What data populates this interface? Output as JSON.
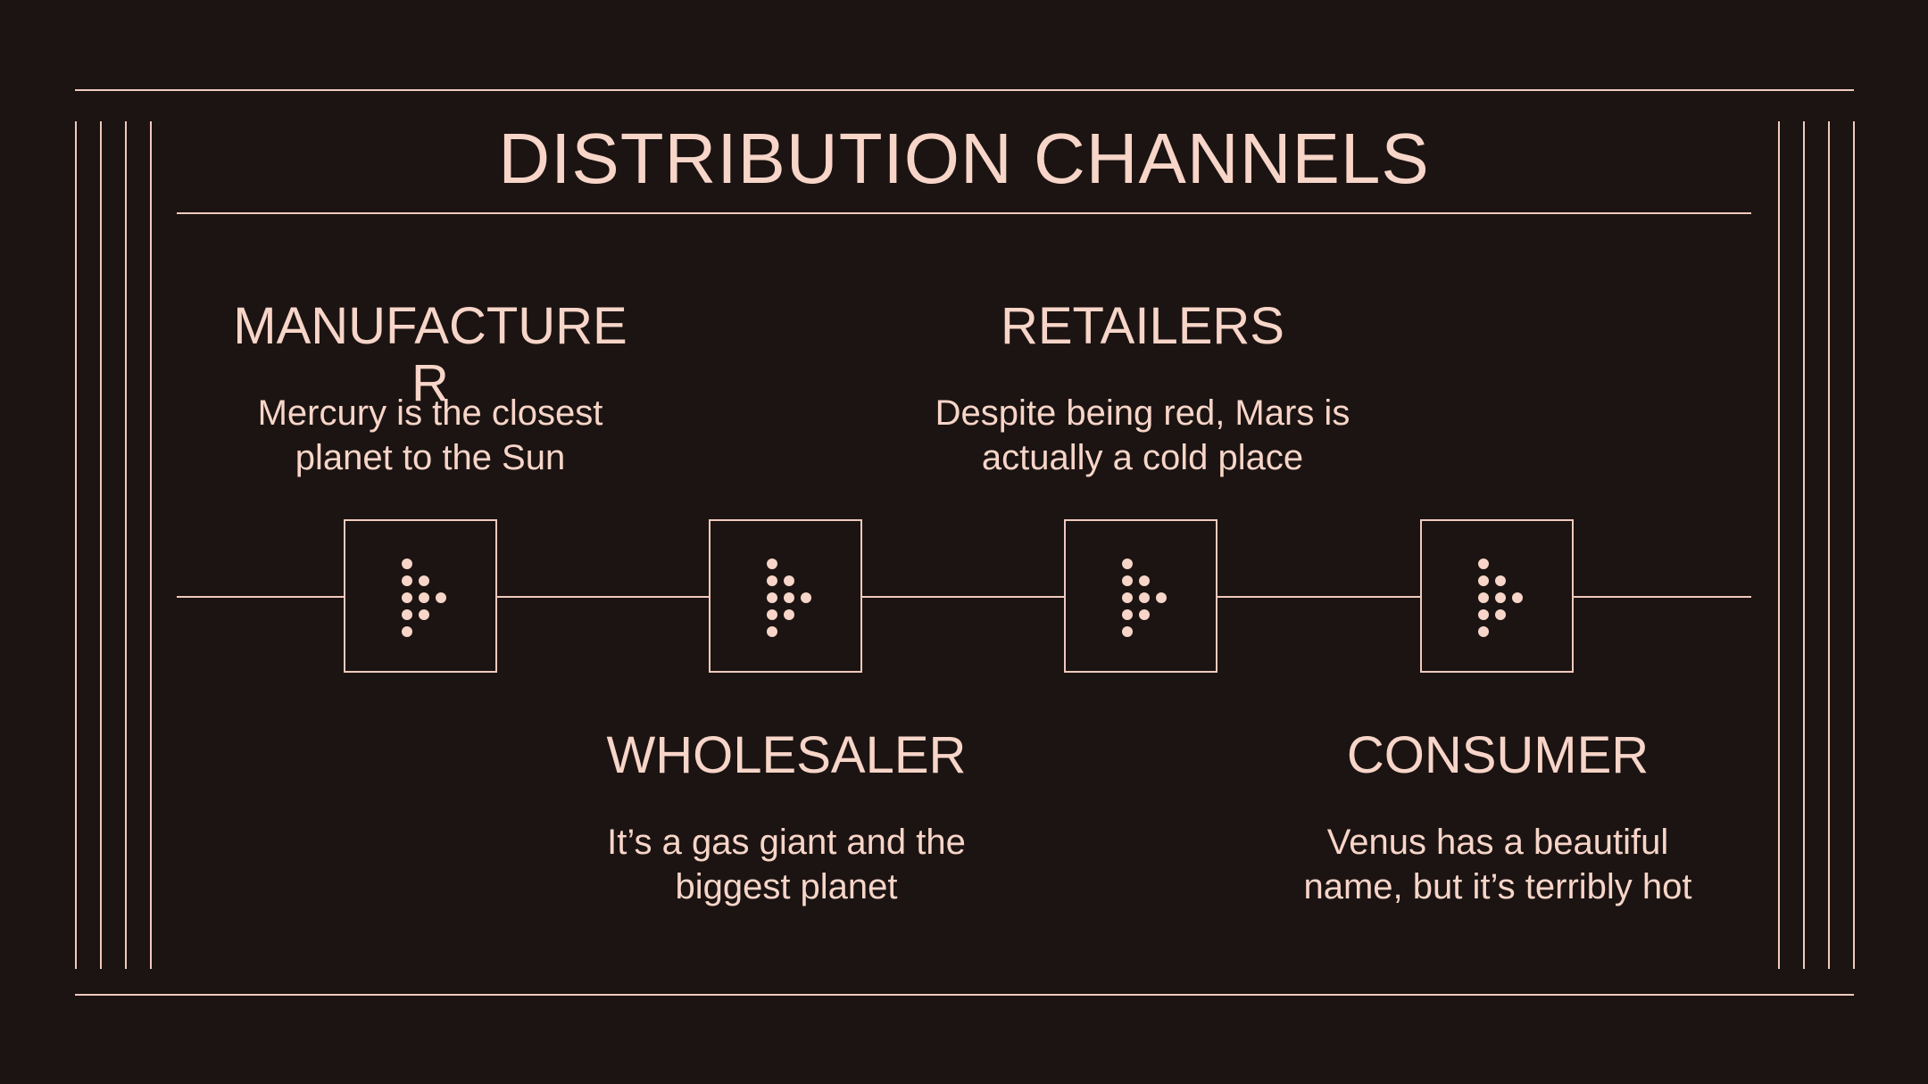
{
  "title": "DISTRIBUTION CHANNELS",
  "stages": [
    {
      "title": "MANUFACTURER",
      "description": "Mercury is the closest planet to the Sun"
    },
    {
      "title": "WHOLESALER",
      "description": "It’s a gas giant and the biggest planet"
    },
    {
      "title": "RETAILERS",
      "description": "Despite being red, Mars is actually a cold place"
    },
    {
      "title": "CONSUMER",
      "description": "Venus has a beautiful name, but it’s terribly hot"
    }
  ],
  "icons": [
    "dot-arrow-icon",
    "dot-arrow-icon",
    "dot-arrow-icon",
    "dot-arrow-icon"
  ],
  "colors": {
    "background": "#1c1412",
    "accent": "#f7d5c8"
  }
}
